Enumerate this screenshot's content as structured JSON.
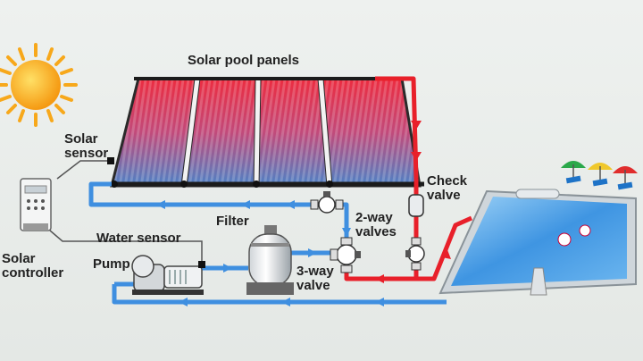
{
  "labels": {
    "panels": "Solar pool panels",
    "solar_sensor": [
      "Solar",
      "sensor"
    ],
    "check_valve": [
      "Check",
      "valve"
    ],
    "two_way": [
      "2-way",
      "valves"
    ],
    "filter": "Filter",
    "water_sensor": "Water sensor",
    "solar_controller": [
      "Solar",
      "controller"
    ],
    "pump": "Pump",
    "three_way": [
      "3-way",
      "valve"
    ]
  },
  "colors": {
    "hot_pipe": "#e8202a",
    "cold_pipe": "#3f8fe0",
    "sun": "#f7a81b",
    "pool_water": "#3b8fe0",
    "panel_top": "#e8324a",
    "panel_bottom": "#4f7fc8"
  },
  "icons": [
    "sun-icon",
    "umbrella-icon",
    "controller-icon",
    "pump-icon",
    "filter-icon",
    "valve-icon"
  ]
}
